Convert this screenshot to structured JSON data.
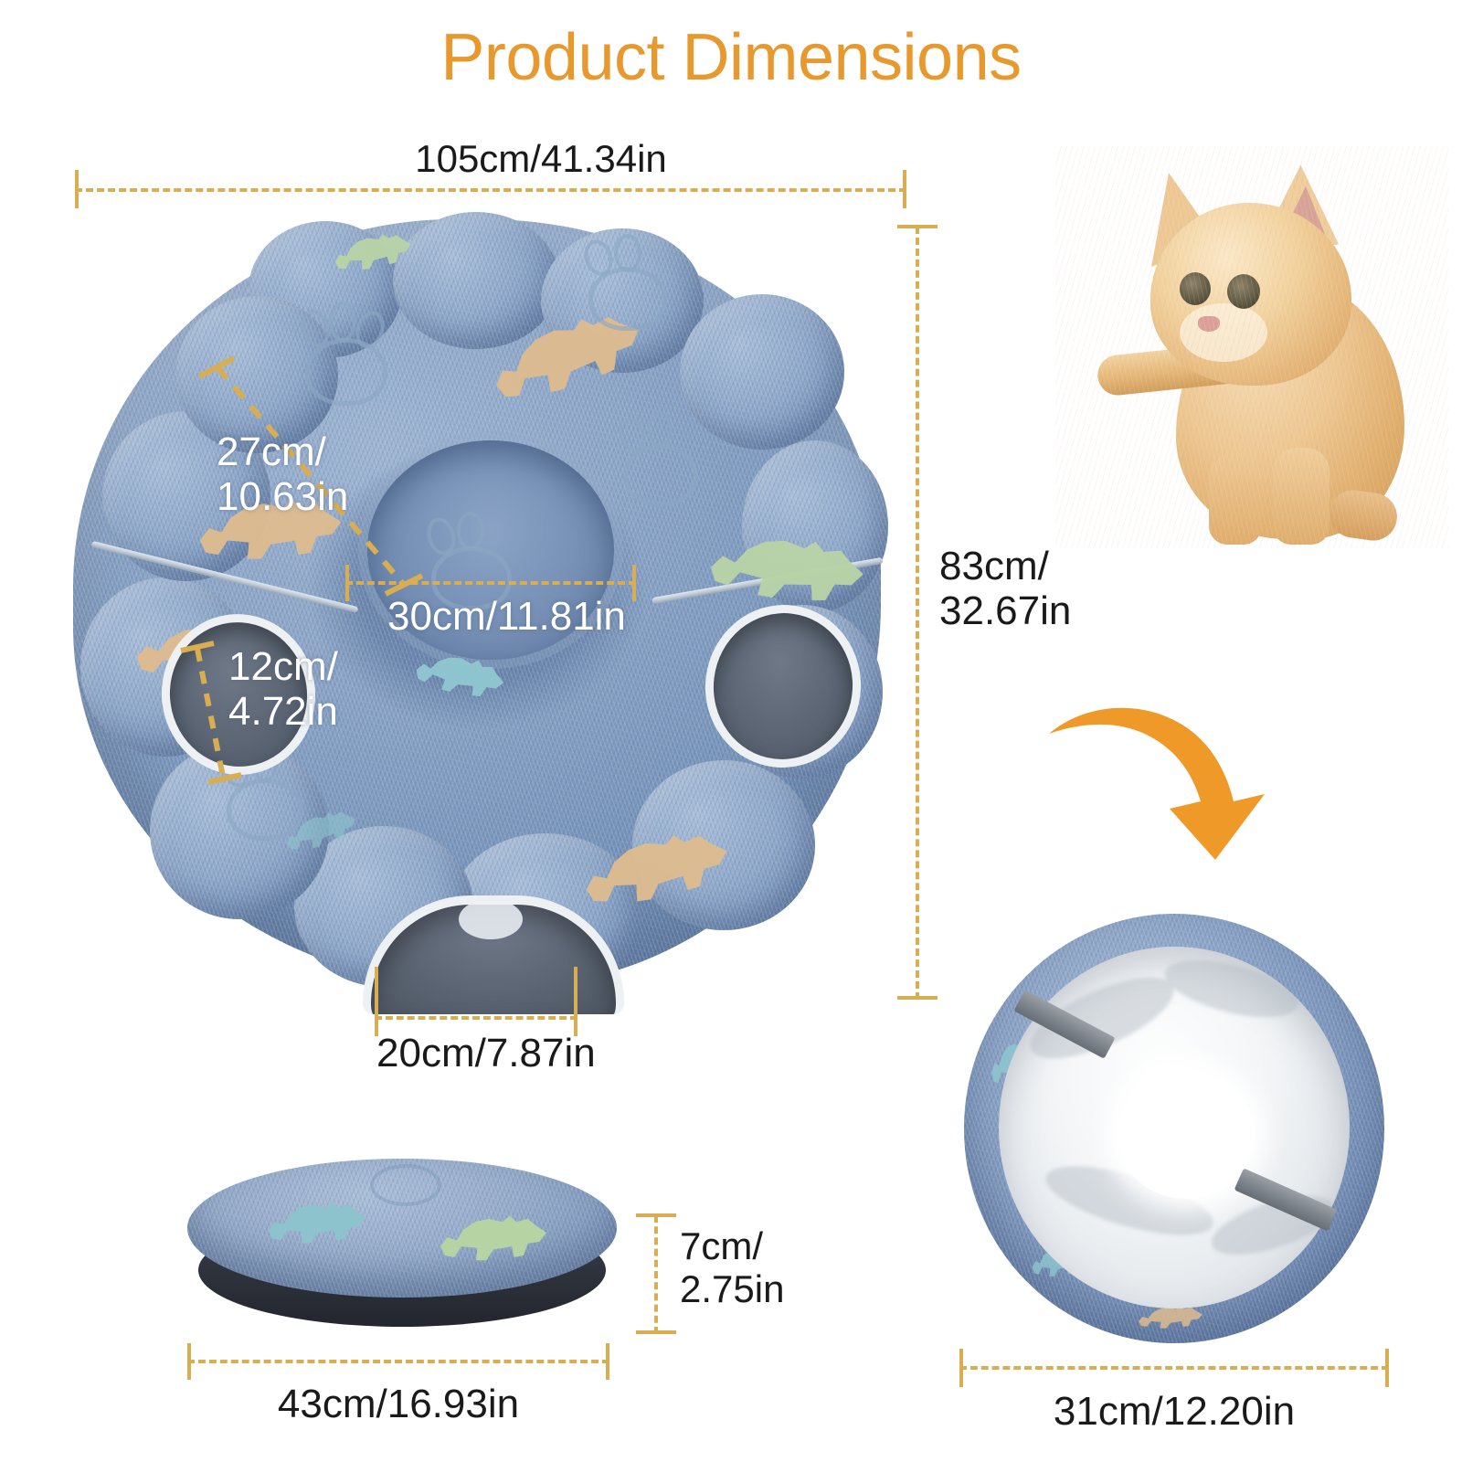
{
  "title": "Product Dimensions",
  "colors": {
    "accent_orange": "#e8992e",
    "dimension_gold": "#d9ad52",
    "plush_blue": "#8aa4c6",
    "label_black": "#1a1a1a",
    "label_white": "#ffffff"
  },
  "dimensions": {
    "overall_width": "105cm/41.34in",
    "tunnel_wall_depth": "27cm/\n10.63in",
    "center_hole_diameter": "30cm/11.81in",
    "side_opening_diameter": "12cm/\n4.72in",
    "overall_height": "83cm/\n32.67in",
    "bottom_opening_width": "20cm/7.87in",
    "folded_cushion_thickness": "7cm/\n2.75in",
    "folded_cushion_width": "43cm/16.93in",
    "rolled_tunnel_diameter": "31cm/12.20in"
  },
  "images": {
    "main_product": "blue-dinosaur-plush-cat-tunnel-bed",
    "pet": "orange-tabby-kitten",
    "flat_view": "folded-flat-cushion",
    "rolled_view": "rolled-tunnel-end-view"
  },
  "icons": {
    "curved_arrow": "curved-down-right-arrow-icon"
  }
}
